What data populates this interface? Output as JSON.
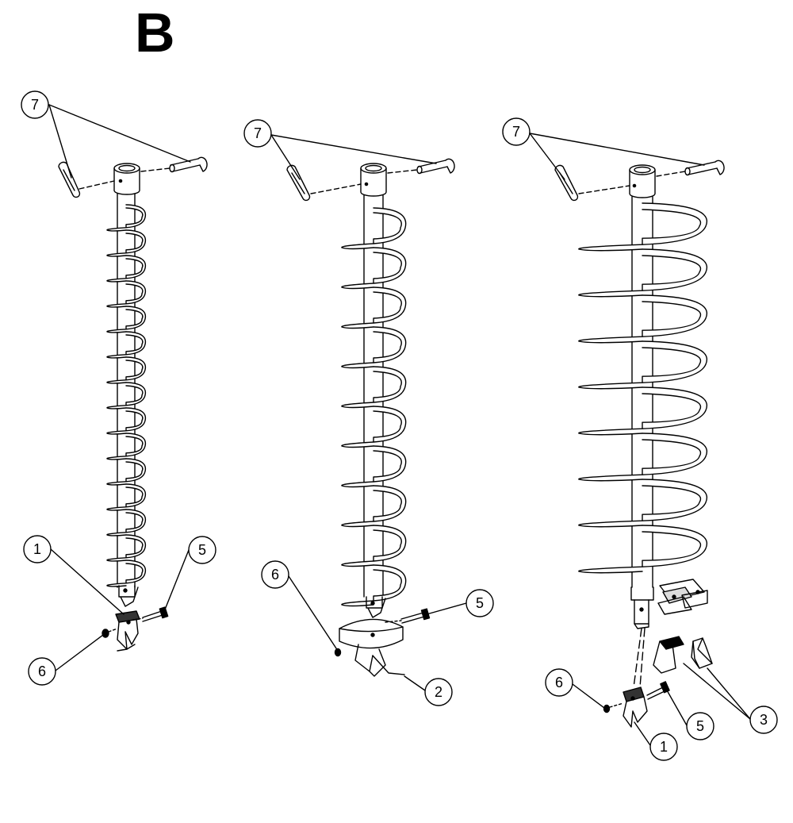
{
  "title": "B",
  "callouts": {
    "a1": {
      "label": "1"
    },
    "a5": {
      "label": "5"
    },
    "a6": {
      "label": "6"
    },
    "a7": {
      "label": "7"
    },
    "b2": {
      "label": "2"
    },
    "b5": {
      "label": "5"
    },
    "b6": {
      "label": "6"
    },
    "b7": {
      "label": "7"
    },
    "c1": {
      "label": "1"
    },
    "c3": {
      "label": "3"
    },
    "c5": {
      "label": "5"
    },
    "c6": {
      "label": "6"
    },
    "c7": {
      "label": "7"
    }
  }
}
